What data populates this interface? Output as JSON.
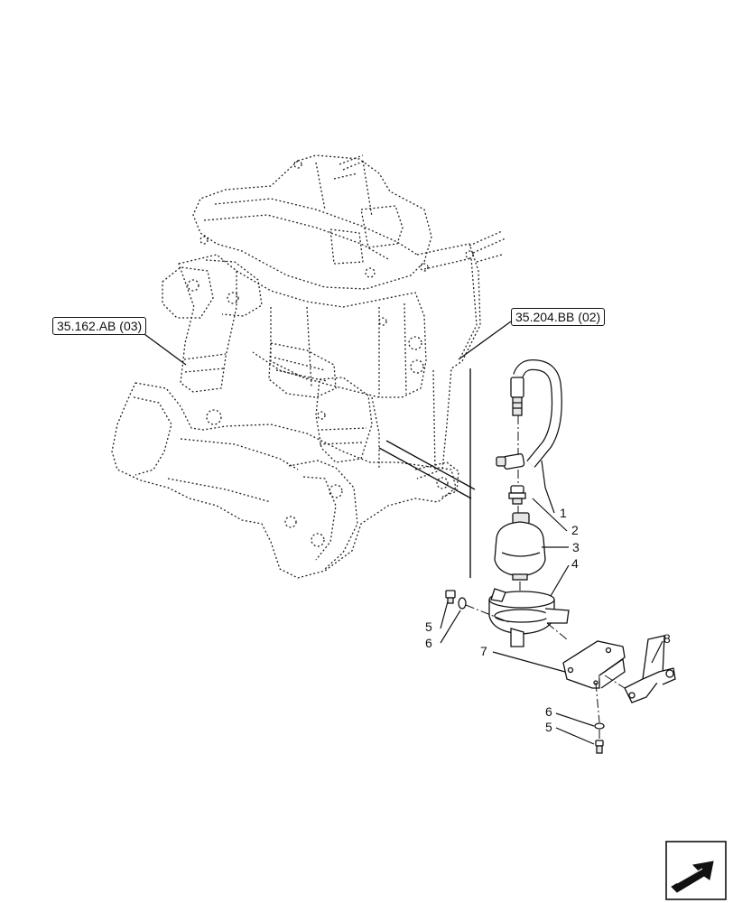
{
  "references": {
    "ref_left": "35.162.AB (03)",
    "ref_right": "35.204.BB (02)"
  },
  "callouts": {
    "c1": "1",
    "c2": "2",
    "c3": "3",
    "c4": "4",
    "c5a": "5",
    "c6a": "6",
    "c7": "7",
    "c8": "8",
    "c6b": "6",
    "c5b": "5"
  },
  "icons": {
    "nav": "next-page-arrow-icon"
  },
  "colors": {
    "line": "#111111",
    "dotted": "#222222",
    "shade": "#e6e6e6"
  }
}
